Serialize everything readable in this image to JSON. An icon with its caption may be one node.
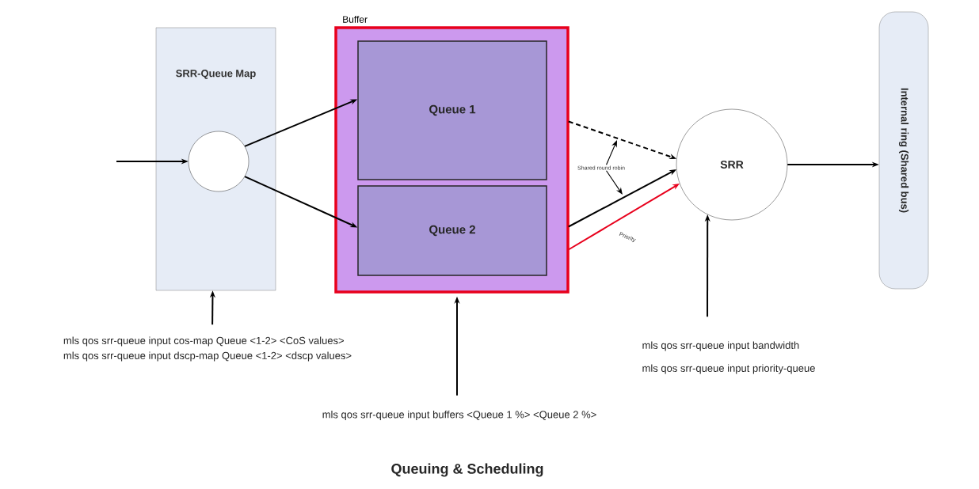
{
  "diagram": {
    "caption": "Queuing & Scheduling",
    "nodes": [
      {
        "text": [
          "SRR-Queue Map"
        ]
      },
      {
        "text": [],
        "shape": "circle",
        "in": 0
      },
      {
        "text": [
          "Buffer"
        ]
      },
      {
        "text": [
          "Queue 1"
        ],
        "in": 2
      },
      {
        "text": [
          "Queue 2"
        ],
        "in": 2
      },
      {
        "text": [
          "SRR"
        ]
      },
      {
        "text": [
          "Internal ring (Shared bus)"
        ]
      },
      {
        "text": [
          "mls qos srr-queue input cos-map Queue <1-2> <CoS values>",
          "mls qos srr-queue input dscp-map Queue <1-2> <dscp values>"
        ]
      },
      {
        "text": [
          "mls qos srr-queue input buffers <Queue 1 %> <Queue 2 %>"
        ]
      },
      {
        "text": [
          "mls qos srr-queue input bandwidth",
          "mls qos srr-queue input priority-queue"
        ]
      },
      {
        "text": [
          "Shared round robin"
        ]
      }
    ],
    "edges": [
      {
        "from": null,
        "to": 1,
        "arrow": "to"
      },
      {
        "from": 1,
        "to": 3,
        "arrow": "to"
      },
      {
        "from": 1,
        "to": 4,
        "arrow": "to"
      },
      {
        "from": 3,
        "to": 5,
        "arrow": "to",
        "style": "dashed"
      },
      {
        "from": 4,
        "to": 5,
        "arrow": "to"
      },
      {
        "from": 4,
        "to": 5,
        "arrow": "to",
        "label": "Priority",
        "color": "#e8001c"
      },
      {
        "from": 5,
        "to": 6,
        "arrow": "to"
      },
      {
        "from": 7,
        "to": 0,
        "arrow": "to"
      },
      {
        "from": 8,
        "to": 2,
        "arrow": "to"
      },
      {
        "from": 9,
        "to": 5,
        "arrow": "to"
      },
      {
        "from": 10,
        "to": null,
        "arrow": "to"
      },
      {
        "from": 10,
        "to": null,
        "arrow": "to"
      }
    ]
  }
}
